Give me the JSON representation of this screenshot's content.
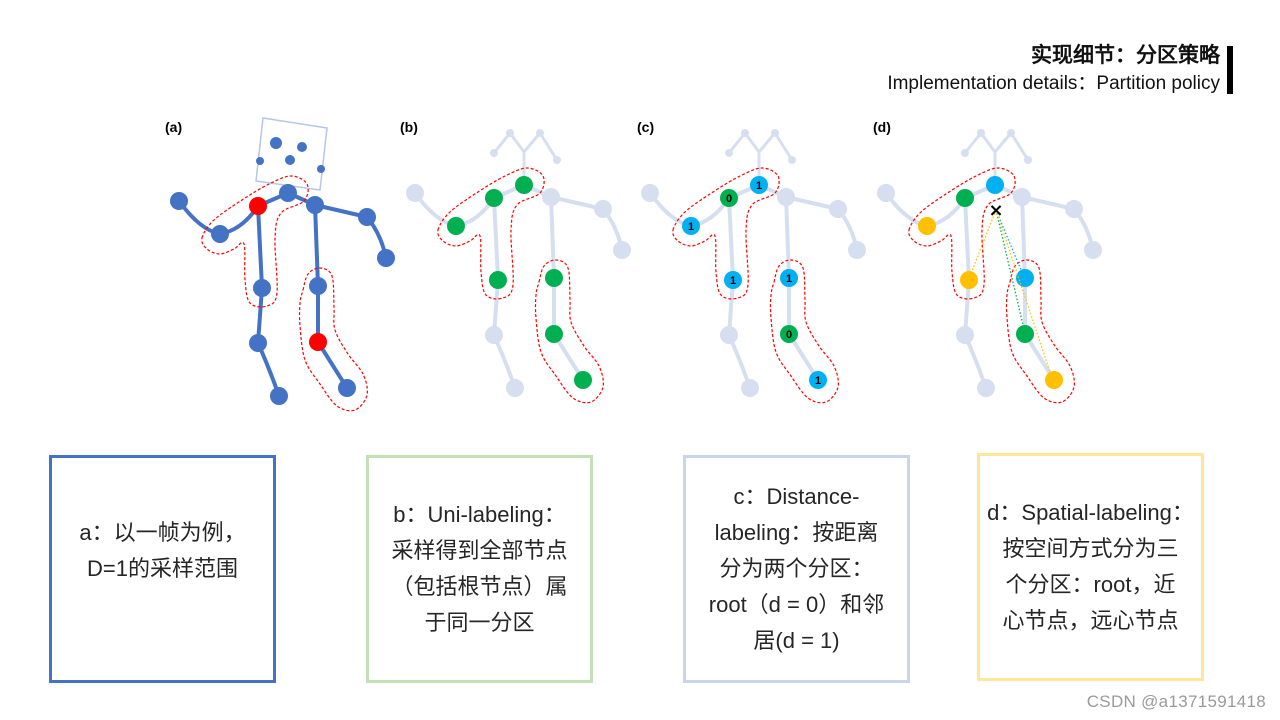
{
  "header": {
    "title": "实现细节：分区策略",
    "subtitle": "Implementation details：Partition policy"
  },
  "panels": {
    "a": {
      "label": "(a)"
    },
    "b": {
      "label": "(b)"
    },
    "c": {
      "label": "(c)",
      "joint_labels": [
        "1",
        "0",
        "1",
        "1",
        "1",
        "0",
        "1"
      ]
    },
    "d": {
      "label": "(d)",
      "center_marker": "×"
    }
  },
  "colors": {
    "skeleton_blue": "#4472C4",
    "highlight_red": "#FF0000",
    "faded_skeleton": "#D6DFF0",
    "outline_red": "#FF0000",
    "joint_green": "#00B050",
    "joint_blue": "#00B0F0",
    "joint_yellow": "#FFC000",
    "head_box": "#B4C7E7"
  },
  "captions": {
    "a": {
      "border": "#4472C4",
      "lines": [
        "a：以一帧为例，",
        "D=1的采样范围"
      ]
    },
    "b": {
      "border": "#C5E0B4",
      "lines": [
        "b：Uni-labeling：",
        "采样得到全部节点",
        "（包括根节点）属",
        "于同一分区"
      ]
    },
    "c": {
      "border": "#C9D5EC",
      "lines": [
        "c：Distance-",
        "labeling：按距离",
        "分为两个分区：",
        "root（d = 0）和邻",
        "居(d = 1)"
      ]
    },
    "d": {
      "border": "#FFE699",
      "lines": [
        "d：Spatial-labeling：",
        "按空间方式分为三",
        "个分区：root，近",
        "心节点，远心节点"
      ]
    }
  },
  "watermark": "CSDN @a1371591418"
}
